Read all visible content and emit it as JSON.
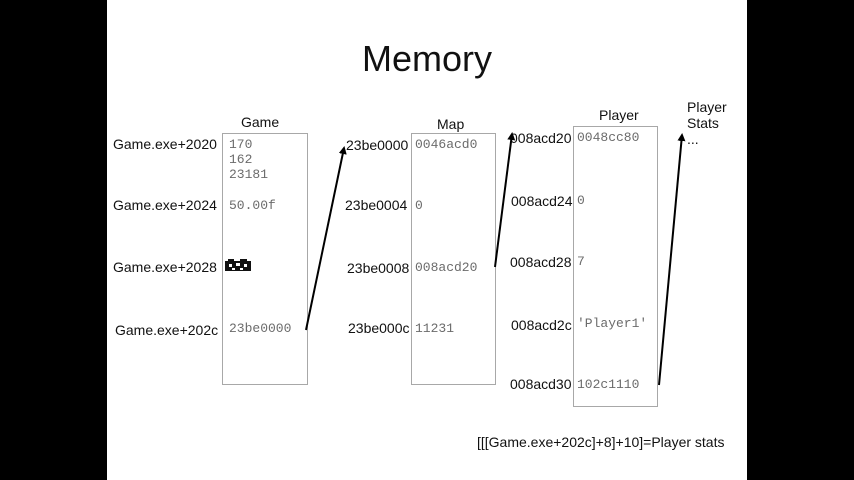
{
  "title": "Memory",
  "game": {
    "heading": "Game",
    "rows": [
      {
        "address": "Game.exe+2020",
        "values": [
          "170",
          "162",
          "23181"
        ]
      },
      {
        "address": "Game.exe+2024",
        "values": [
          "50.00f"
        ]
      },
      {
        "address": "Game.exe+2028",
        "values": []
      },
      {
        "address": "Game.exe+202c",
        "values": [
          "23be0000"
        ]
      }
    ]
  },
  "map": {
    "heading": "Map",
    "rows": [
      {
        "address": "23be0000",
        "values": [
          "0046acd0"
        ]
      },
      {
        "address": "23be0004",
        "values": [
          "0"
        ]
      },
      {
        "address": "23be0008",
        "values": [
          "008acd20"
        ]
      },
      {
        "address": "23be000c",
        "values": [
          "11231"
        ]
      }
    ]
  },
  "player": {
    "heading": "Player",
    "rows": [
      {
        "address": "008acd20",
        "values": [
          "0048cc80"
        ]
      },
      {
        "address": "008acd24",
        "values": [
          "0"
        ]
      },
      {
        "address": "008acd28",
        "values": [
          "7"
        ]
      },
      {
        "address": "008acd2c",
        "values": [
          "'Player1'"
        ]
      },
      {
        "address": "008acd30",
        "values": [
          "102c1110"
        ]
      }
    ]
  },
  "player_stats": {
    "line1": "Player",
    "line2": "Stats",
    "line3": "..."
  },
  "formula": "[[[Game.exe+202c]+8]+10]=Player stats",
  "colors": {
    "background": "#000000",
    "slide": "#ffffff",
    "box_border": "#a8a8a8",
    "value_text": "#6b6b6b",
    "arrow": "#000000"
  }
}
